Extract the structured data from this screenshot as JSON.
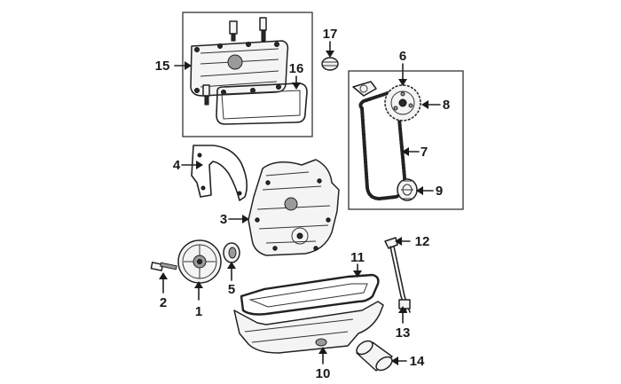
{
  "callouts": [
    {
      "id": "1",
      "text": "1"
    },
    {
      "id": "2",
      "text": "2"
    },
    {
      "id": "3",
      "text": "3"
    },
    {
      "id": "4",
      "text": "4"
    },
    {
      "id": "5",
      "text": "5"
    },
    {
      "id": "6",
      "text": "6"
    },
    {
      "id": "7",
      "text": "7"
    },
    {
      "id": "8",
      "text": "8"
    },
    {
      "id": "9",
      "text": "9"
    },
    {
      "id": "10",
      "text": "10"
    },
    {
      "id": "11",
      "text": "11"
    },
    {
      "id": "12",
      "text": "12"
    },
    {
      "id": "13",
      "text": "13"
    },
    {
      "id": "14",
      "text": "14"
    },
    {
      "id": "15",
      "text": "15"
    },
    {
      "id": "16",
      "text": "16"
    },
    {
      "id": "17",
      "text": "17"
    }
  ],
  "colors": {
    "line": "#222222",
    "background": "#ffffff"
  }
}
